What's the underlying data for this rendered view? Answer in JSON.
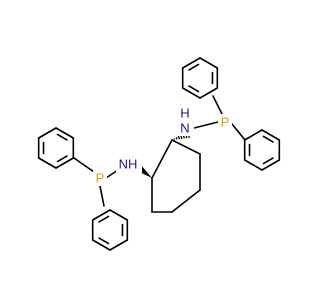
{
  "molecule": {
    "labels": {
      "n_left": "NH",
      "n_right": "N",
      "h_right": "H",
      "p_left": "P",
      "p_right": "P"
    },
    "colors": {
      "nitrogen": "#1a1a8c",
      "phosphorus": "#d4a017",
      "bond": "#000000",
      "background": "#ffffff"
    },
    "stereo": {
      "left_c_n_bond": "wedge",
      "right_c_n_bond": "hash"
    }
  }
}
